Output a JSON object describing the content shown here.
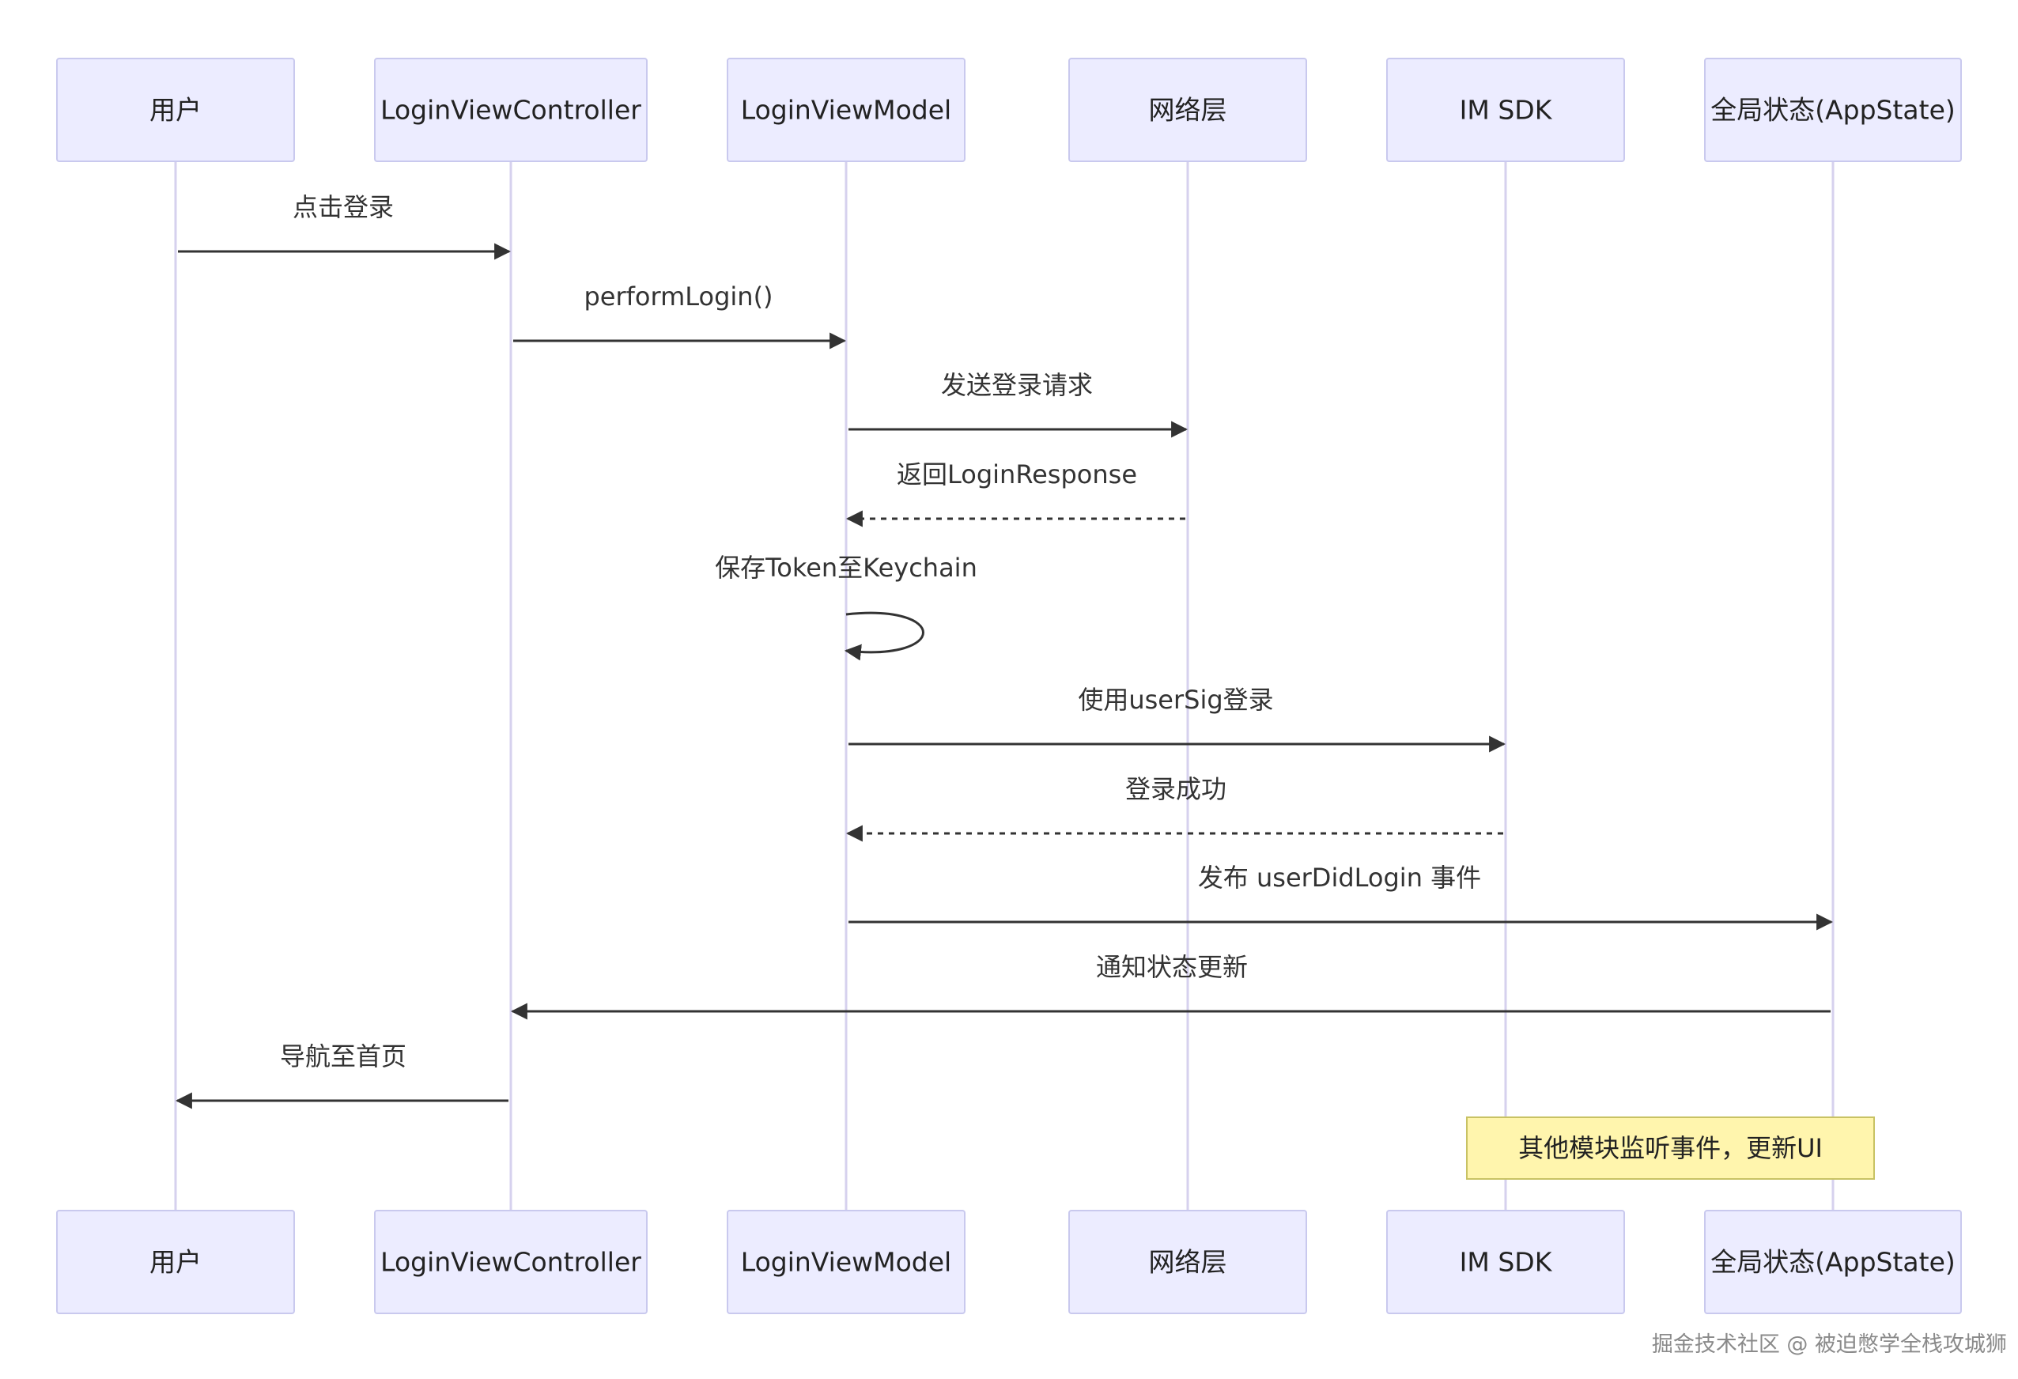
{
  "participants": [
    {
      "id": "user",
      "label": "用户"
    },
    {
      "id": "vc",
      "label": "LoginViewController"
    },
    {
      "id": "vm",
      "label": "LoginViewModel"
    },
    {
      "id": "net",
      "label": "网络层"
    },
    {
      "id": "im",
      "label": "IM SDK"
    },
    {
      "id": "app",
      "label": "全局状态(AppState)"
    }
  ],
  "messages": [
    {
      "from": 0,
      "to": 1,
      "text": "点击登录",
      "style": "solid"
    },
    {
      "from": 1,
      "to": 2,
      "text": "performLogin()",
      "style": "solid"
    },
    {
      "from": 2,
      "to": 3,
      "text": "发送登录请求",
      "style": "solid"
    },
    {
      "from": 3,
      "to": 2,
      "text": "返回LoginResponse",
      "style": "dashed"
    },
    {
      "from": 2,
      "to": 2,
      "text": "保存Token至Keychain",
      "style": "self"
    },
    {
      "from": 2,
      "to": 4,
      "text": "使用userSig登录",
      "style": "solid"
    },
    {
      "from": 4,
      "to": 2,
      "text": "登录成功",
      "style": "dashed"
    },
    {
      "from": 2,
      "to": 5,
      "text": "发布 userDidLogin 事件",
      "style": "solid"
    },
    {
      "from": 5,
      "to": 1,
      "text": "通知状态更新",
      "style": "solid"
    },
    {
      "from": 1,
      "to": 0,
      "text": "导航至首页",
      "style": "solid"
    }
  ],
  "note": {
    "text": "其他模块监听事件，更新UI",
    "over": [
      4,
      5
    ]
  },
  "watermark": "掘金技术社区 @ 被迫憋学全栈攻城狮",
  "colors": {
    "actor_fill": "#ececff",
    "actor_border": "#c9c9ee",
    "lifeline": "#d6d1ee",
    "arrow": "#333333",
    "note_fill": "#fff5ad",
    "note_border": "#c8c264"
  }
}
